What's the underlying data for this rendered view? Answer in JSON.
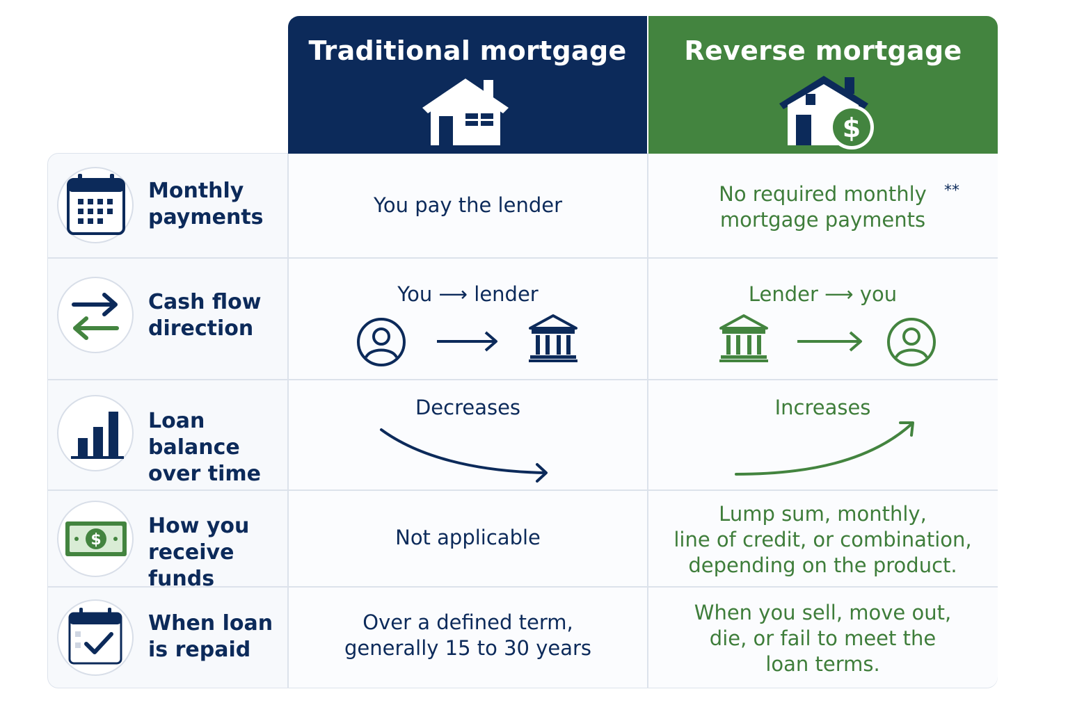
{
  "header": {
    "traditional_title": "Traditional mortgage",
    "reverse_title": "Reverse mortgage"
  },
  "rows": [
    {
      "label_line1": "Monthly",
      "label_line2": "payments",
      "traditional": "You pay the lender",
      "reverse_line1": "No required monthly",
      "reverse_line2": "mortgage payments",
      "reverse_note": "**"
    },
    {
      "label_line1": "Cash flow",
      "label_line2": "direction",
      "traditional": "You ⟶ lender",
      "reverse": "Lender ⟶ you"
    },
    {
      "label_line1": "Loan balance",
      "label_line2": "over time",
      "traditional": "Decreases",
      "reverse": "Increases"
    },
    {
      "label_line1": "How you",
      "label_line2": "receive funds",
      "traditional": "Not applicable",
      "reverse_line1": "Lump sum, monthly,",
      "reverse_line2": "line of credit, or combination,",
      "reverse_line3": "depending on the product."
    },
    {
      "label_line1": "When loan",
      "label_line2": "is repaid",
      "traditional_line1": "Over a defined term,",
      "traditional_line2": "generally 15 to 30 years",
      "reverse_line1": "When you sell, move out,",
      "reverse_line2": "die, or fail to meet the",
      "reverse_line3": "loan terms."
    }
  ],
  "icons": {
    "header_traditional": "house-icon",
    "header_reverse": "house-dollar-icon",
    "row1": "calendar-icon",
    "row2": "swap-arrows-icon",
    "row3": "bar-chart-icon",
    "row4": "banknote-icon",
    "row5": "calendar-check-icon",
    "person": "person-icon",
    "bank": "bank-icon",
    "arrow": "arrow-right-icon",
    "trend_down": "curved-arrow-down-icon",
    "trend_up": "curved-arrow-up-icon"
  },
  "colors": {
    "navy": "#0c2a5a",
    "green": "#43843f",
    "text_green": "#3e7d3a",
    "border": "#dce2eb"
  }
}
